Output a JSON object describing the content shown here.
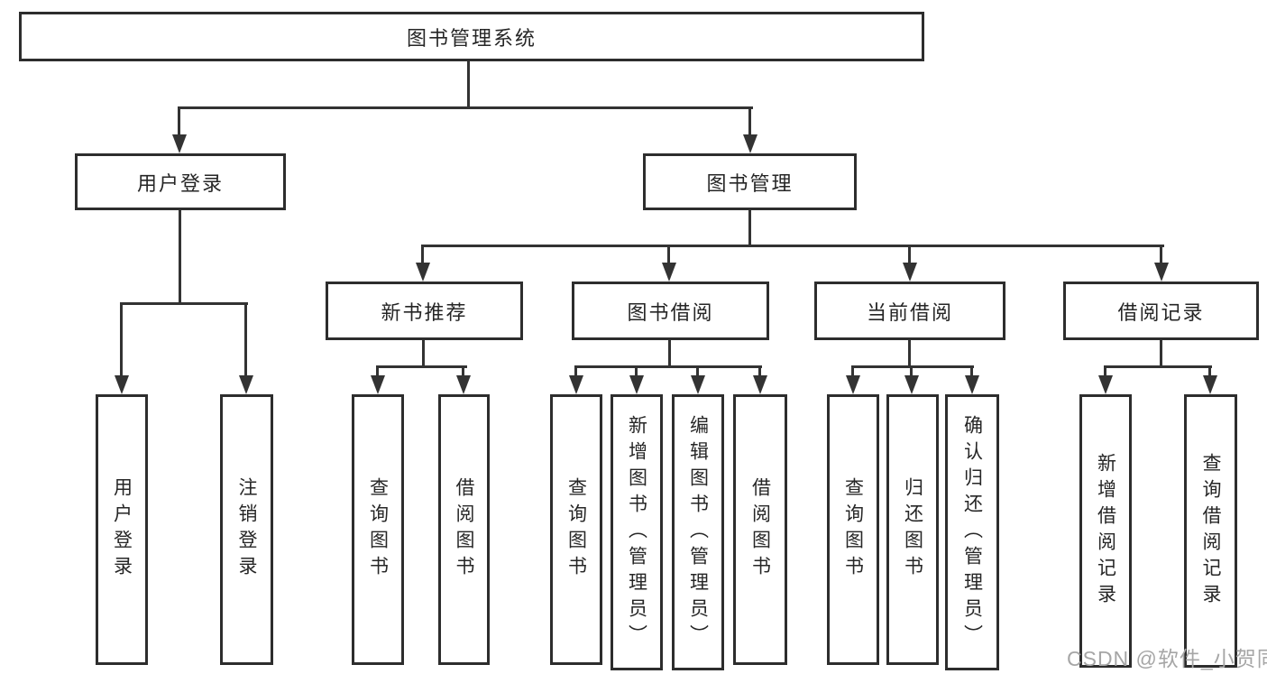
{
  "title": "图书管理系统",
  "watermark": "CSDN @软件_小贺同学",
  "colors": {
    "line": "#333333",
    "border": "#2d2d2d",
    "text": "#262626",
    "watermark": "#a6a6a6",
    "background": "#ffffff"
  },
  "nodes": {
    "root": {
      "label": "图书管理系统"
    },
    "user_login": {
      "label": "用户登录"
    },
    "book_mgmt": {
      "label": "图书管理"
    },
    "new_book_rec": {
      "label": "新书推荐"
    },
    "book_borrow": {
      "label": "图书借阅"
    },
    "current_borrow": {
      "label": "当前借阅"
    },
    "borrow_record": {
      "label": "借阅记录"
    },
    "leaf_user_login": {
      "label": "用户登录"
    },
    "leaf_logout": {
      "label": "注销登录"
    },
    "rec_query_book": {
      "label": "查询图书"
    },
    "rec_borrow_book": {
      "label": "借阅图书"
    },
    "bb_query_book": {
      "label": "查询图书"
    },
    "bb_add_book": {
      "label": "新增图书（管理员）"
    },
    "bb_edit_book": {
      "label": "编辑图书（管理员）"
    },
    "bb_borrow_book": {
      "label": "借阅图书"
    },
    "cb_query_book": {
      "label": "查询图书"
    },
    "cb_return_book": {
      "label": "归还图书"
    },
    "cb_confirm_return": {
      "label": "确认归还（管理员）"
    },
    "br_add_record": {
      "label": "新增借阅记录"
    },
    "br_query_record": {
      "label": "查询借阅记录"
    }
  },
  "hierarchy": {
    "图书管理系统": {
      "用户登录": [
        "用户登录",
        "注销登录"
      ],
      "图书管理": {
        "新书推荐": [
          "查询图书",
          "借阅图书"
        ],
        "图书借阅": [
          "查询图书",
          "新增图书（管理员）",
          "编辑图书（管理员）",
          "借阅图书"
        ],
        "当前借阅": [
          "查询图书",
          "归还图书",
          "确认归还（管理员）"
        ],
        "借阅记录": [
          "新增借阅记录",
          "查询借阅记录"
        ]
      }
    }
  }
}
